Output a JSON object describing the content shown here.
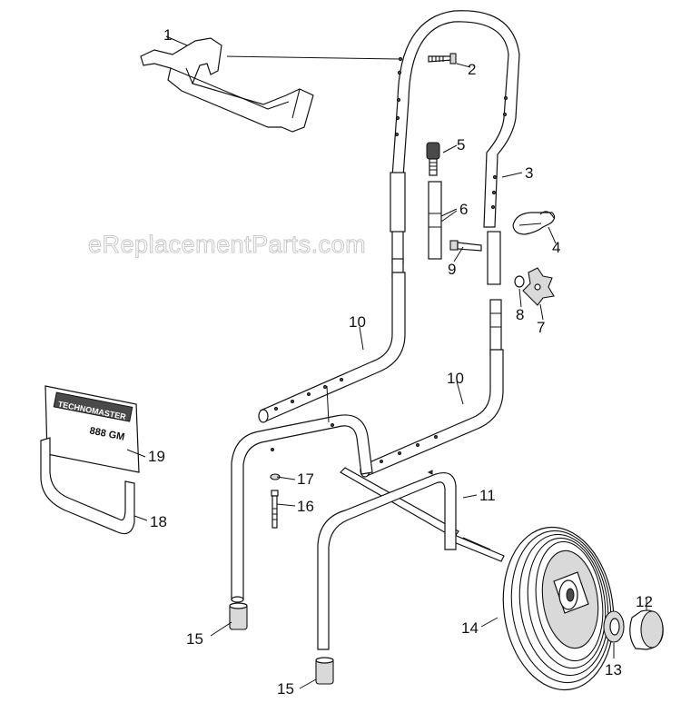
{
  "watermark": "eReplacementParts.com",
  "plate": {
    "line1": "TECHNOMASTER",
    "line2": "888 GM"
  },
  "callouts": {
    "c1": "1",
    "c2": "2",
    "c3": "3",
    "c4": "4",
    "c5": "5",
    "c6": "6",
    "c7": "7",
    "c8": "8",
    "c9": "9",
    "c10a": "10",
    "c10b": "10",
    "c11": "11",
    "c12": "12",
    "c13": "13",
    "c14": "14",
    "c15a": "15",
    "c15b": "15",
    "c16": "16",
    "c17": "17",
    "c18": "18",
    "c19": "19"
  }
}
